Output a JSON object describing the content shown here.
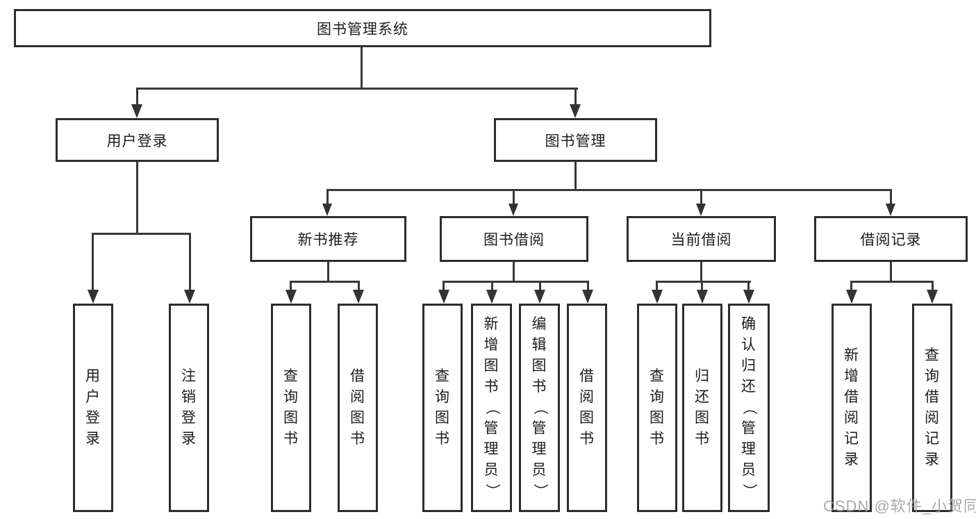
{
  "diagram": {
    "root_label": "图书管理系统",
    "level2": {
      "user_login": "用户登录",
      "book_mgmt": "图书管理"
    },
    "level3": {
      "new_books": "新书推荐",
      "book_borrow": "图书借阅",
      "current_borrow": "当前借阅",
      "borrow_records": "借阅记录"
    },
    "leaves": {
      "user_login": [
        "用户登录",
        "注销登录"
      ],
      "new_books": [
        "查询图书",
        "借阅图书"
      ],
      "book_borrow": [
        "查询图书",
        "新增图书（管理员）",
        "编辑图书（管理员）",
        "借阅图书"
      ],
      "current_borrow": [
        "查询图书",
        "归还图书",
        "确认归还（管理员）"
      ],
      "borrow_records": [
        "新增借阅记录",
        "查询借阅记录"
      ]
    },
    "watermark": "CSDN @软件_小贺同学"
  }
}
